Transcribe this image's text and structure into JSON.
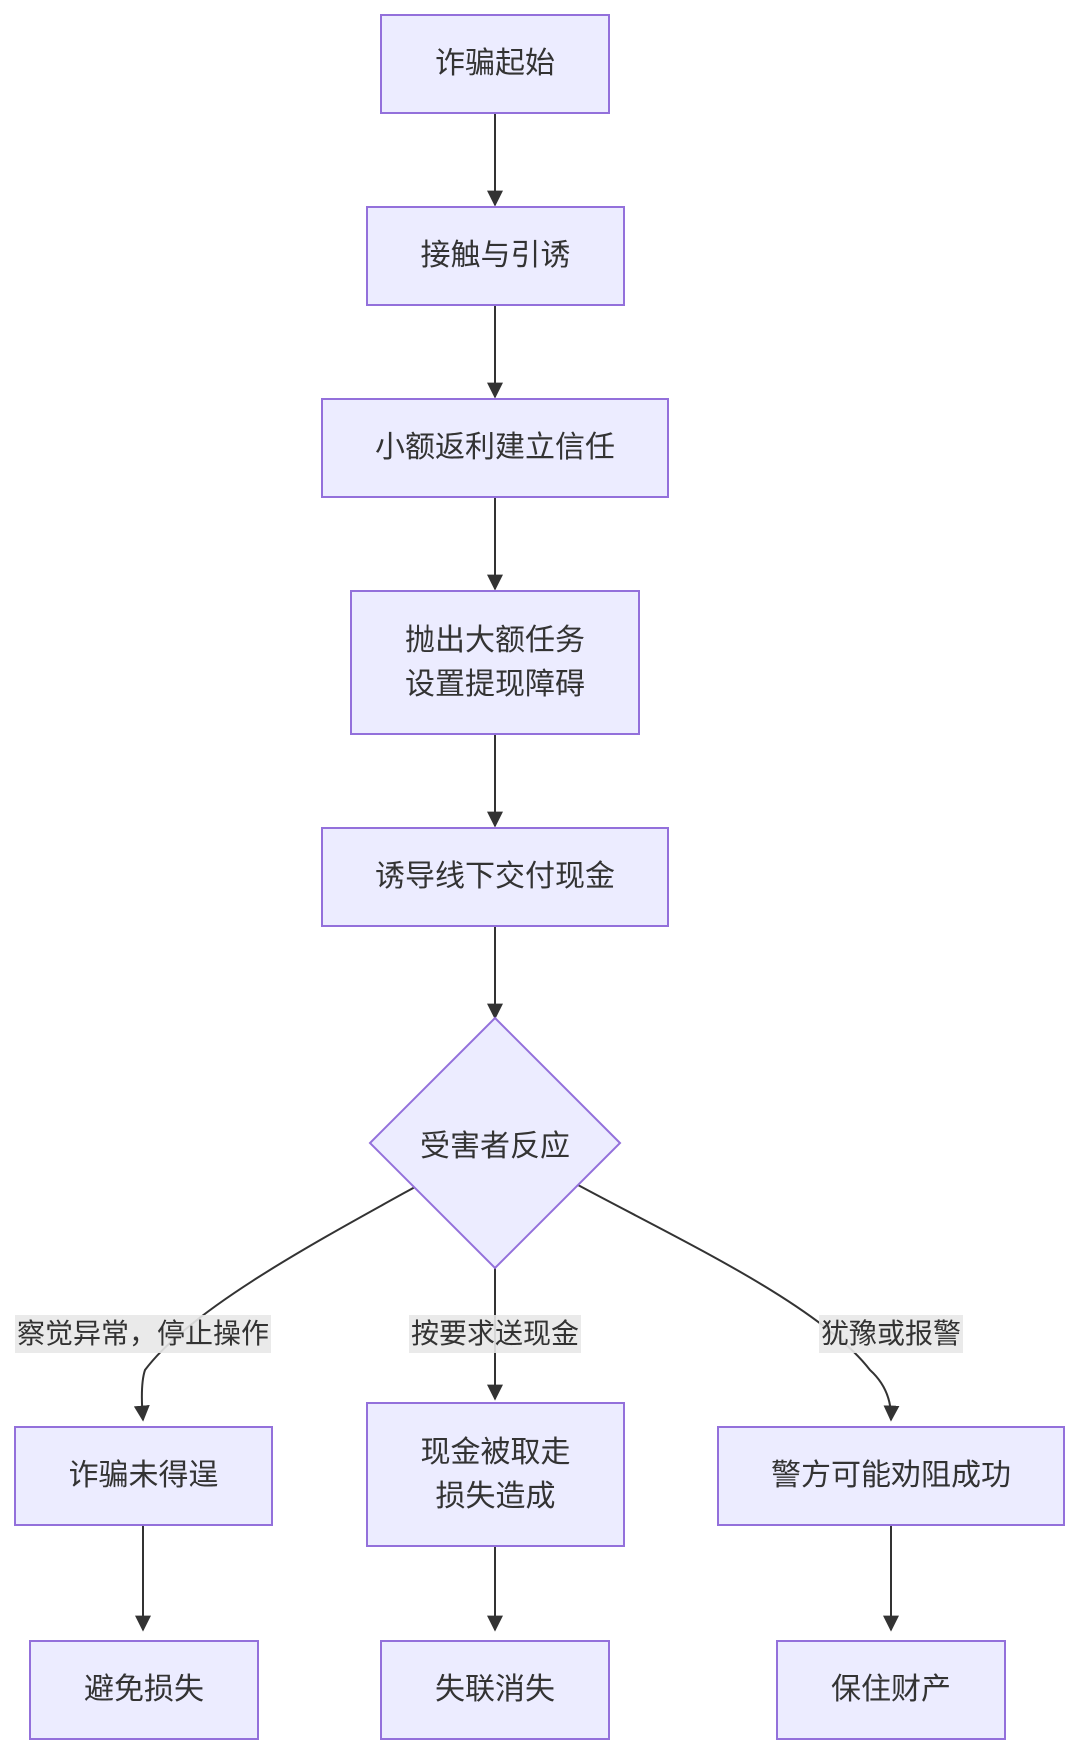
{
  "nodes": {
    "start": "诈骗起始",
    "contact": "接触与引诱",
    "rebate": "小额返利建立信任",
    "task_line1": "抛出大额任务",
    "task_line2": "设置提现障碍",
    "induce": "诱导线下交付现金",
    "decision": "受害者反应",
    "fail": "诈骗未得逞",
    "cash_taken_line1": "现金被取走",
    "cash_taken_line2": "损失造成",
    "police": "警方可能劝阻成功",
    "avoid": "避免损失",
    "lost": "失联消失",
    "protect": "保住财产"
  },
  "edge_labels": {
    "left": "察觉异常，停止操作",
    "middle": "按要求送现金",
    "right": "犹豫或报警"
  },
  "colors": {
    "node_fill": "#ececff",
    "node_border": "#9370db",
    "edge": "#333333",
    "label_bg": "#e8e8e8"
  }
}
